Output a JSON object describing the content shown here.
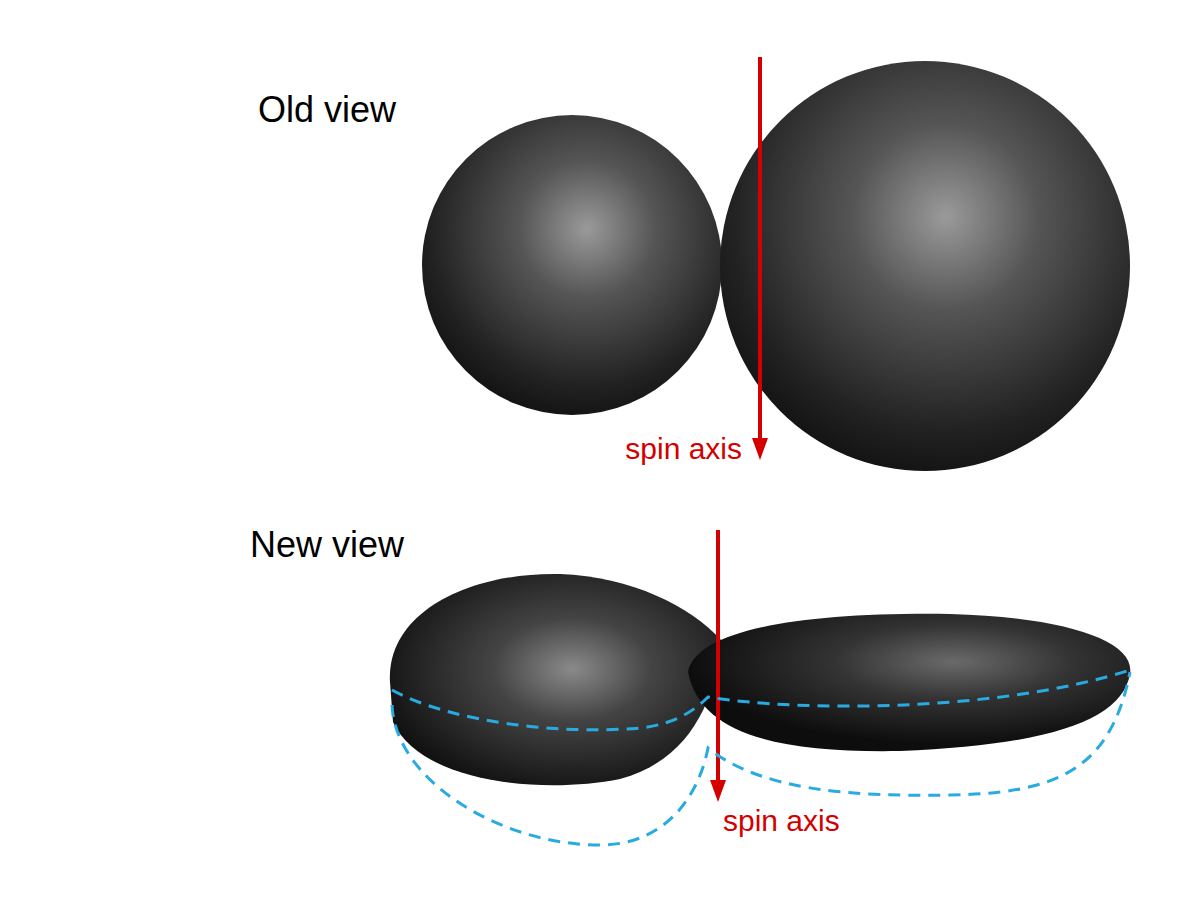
{
  "diagram": {
    "labels": [
      "Old view",
      "spin axis",
      "New view",
      "spin axis"
    ]
  }
}
